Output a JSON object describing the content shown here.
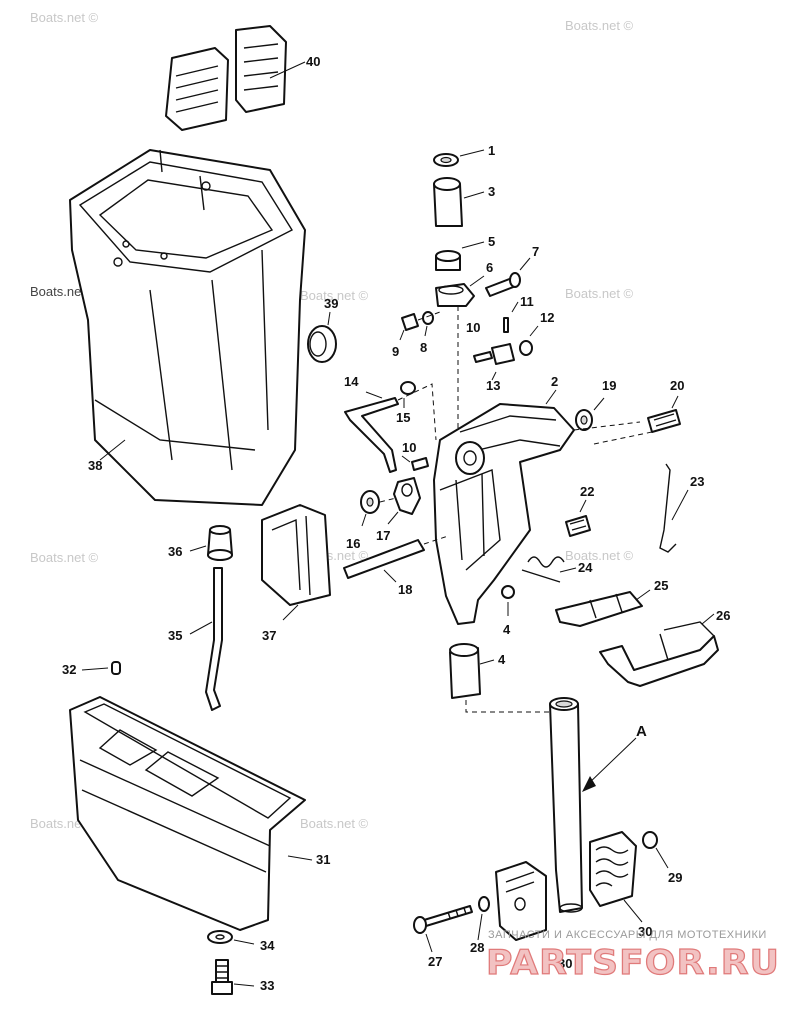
{
  "watermarks": [
    "Boats.net ©",
    "Boats.net ©",
    "Boats.net",
    "Boats.net ©",
    "Boats.net ©",
    "Boats.net ©",
    "Boats.net ©",
    "Boats.net ©",
    "Boats.net ©",
    "Boats.net ©"
  ],
  "callouts": {
    "c1": "1",
    "c2": "2",
    "c3": "3",
    "c4a": "4",
    "c4b": "4",
    "c5": "5",
    "c6": "6",
    "c7": "7",
    "c8": "8",
    "c9": "9",
    "c10a": "10",
    "c10b": "10",
    "c11": "11",
    "c12": "12",
    "c13": "13",
    "c14": "14",
    "c15": "15",
    "c16": "16",
    "c17": "17",
    "c18": "18",
    "c19": "19",
    "c20": "20",
    "c22": "22",
    "c23": "23",
    "c24": "24",
    "c25": "25",
    "c26": "26",
    "c27": "27",
    "c28": "28",
    "c29": "29",
    "c30a": "30",
    "c30b": "30",
    "c31": "31",
    "c32": "32",
    "c33": "33",
    "c34": "34",
    "c35": "35",
    "c36": "36",
    "c37": "37",
    "c38": "38",
    "c39": "39",
    "c40": "40",
    "cA": "A"
  },
  "brand": {
    "tagline": "ЗАПЧАСТИ И АКСЕССУАРЫ ДЛЯ МОТОТЕХНИКИ",
    "logo_text": "PARTSFOR.RU"
  }
}
